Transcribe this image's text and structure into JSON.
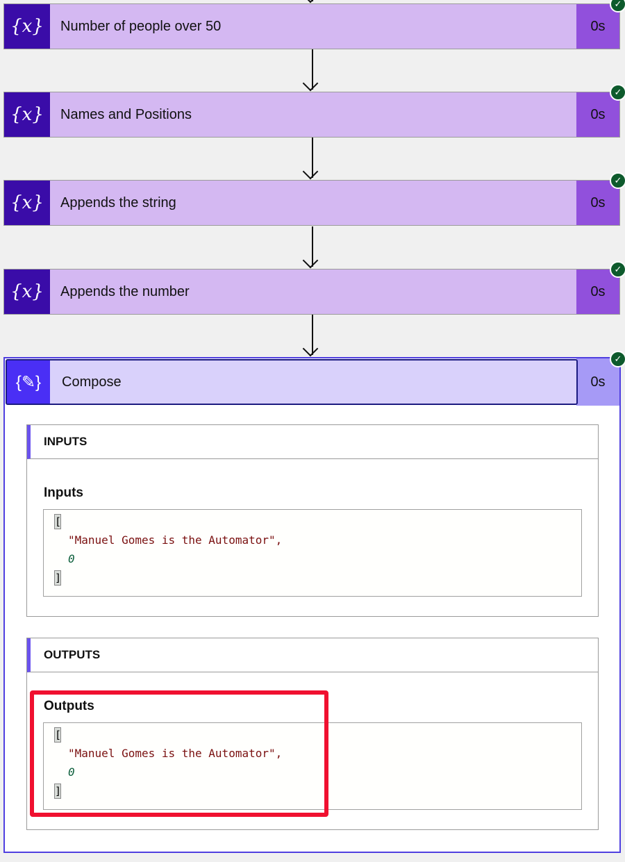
{
  "steps": [
    {
      "title": "Number of people over 50",
      "duration": "0s",
      "icon": "variable-icon"
    },
    {
      "title": "Names and Positions",
      "duration": "0s",
      "icon": "variable-icon"
    },
    {
      "title": "Appends the string",
      "duration": "0s",
      "icon": "variable-icon"
    },
    {
      "title": "Appends the number",
      "duration": "0s",
      "icon": "variable-icon"
    }
  ],
  "icon_text": "{x}",
  "compose": {
    "title": "Compose",
    "duration": "0s",
    "icon": "compose-pencil-icon",
    "inputs": {
      "section": "INPUTS",
      "label": "Inputs",
      "open": "[",
      "string": "\"Manuel Gomes is the Automator\",",
      "number": "0",
      "close": "]"
    },
    "outputs": {
      "section": "OUTPUTS",
      "label": "Outputs",
      "open": "[",
      "string": "\"Manuel Gomes is the Automator\",",
      "number": "0",
      "close": "]"
    }
  },
  "colors": {
    "success": "#0d5a2c",
    "highlight": "#f01030",
    "accent": "#4f3fe0"
  }
}
